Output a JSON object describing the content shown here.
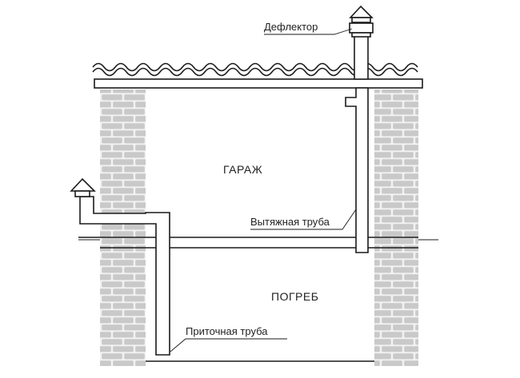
{
  "labels": {
    "garage": "ГАРАЖ",
    "cellar": "ПОГРЕБ",
    "deflector": "Дефлектор",
    "exhaust_pipe": "Вытяжная труба",
    "supply_pipe": "Приточная труба"
  },
  "colors": {
    "line": "#1a1a1a",
    "brick_fill": "#c9c9c9",
    "brick_mortar": "#f2f2f2",
    "background": "#ffffff"
  }
}
